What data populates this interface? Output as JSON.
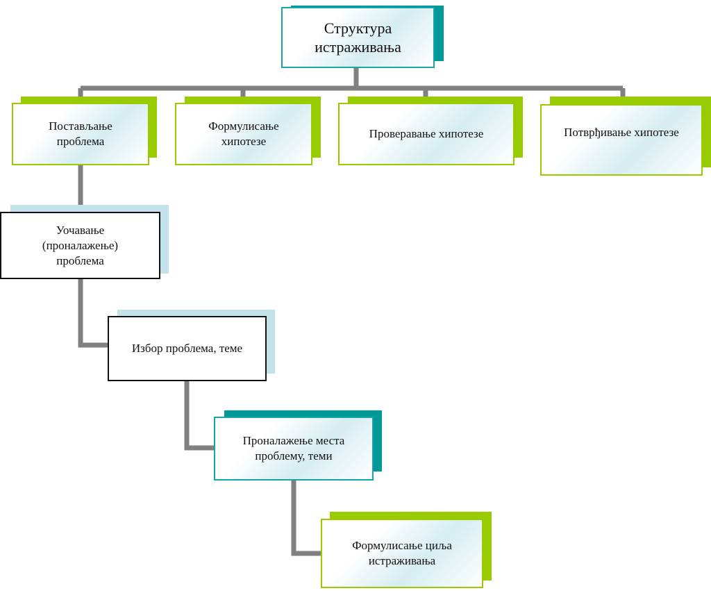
{
  "diagram": {
    "root": {
      "label": "Структура истраживања"
    },
    "top_level": [
      {
        "label": "Постављање проблема"
      },
      {
        "label": "Формулисање хипотезе"
      },
      {
        "label": "Проверавање хипотезе"
      },
      {
        "label": "Потврђивање хипотезе"
      }
    ],
    "chain": [
      {
        "label": "Уочавање (проналажење) проблема"
      },
      {
        "label": "Избор проблема, теме"
      },
      {
        "label": "Проналажење места проблему, теми"
      },
      {
        "label": "Формулисање циља истраживања"
      }
    ]
  },
  "colors": {
    "connector": "#808080",
    "teal_accent": "#00999a",
    "green_accent": "#99cc00",
    "light_blue_accent": "#c3e3ea"
  }
}
